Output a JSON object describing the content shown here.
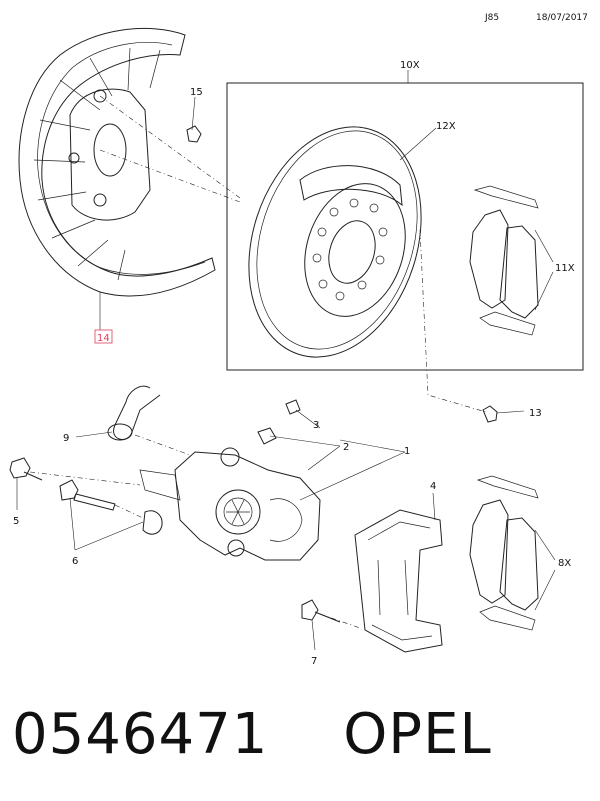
{
  "header": {
    "code": "J85",
    "date": "18/07/2017"
  },
  "footer": {
    "part_number": "0546471",
    "brand": "OPEL"
  },
  "callouts": {
    "c1": "1",
    "c2": "2",
    "c3": "3",
    "c4": "4",
    "c5": "5",
    "c6": "6",
    "c7": "7",
    "c8x": "8X",
    "c9": "9",
    "c10x": "10X",
    "c11x": "11X",
    "c12x": "12X",
    "c13": "13",
    "c14": "14",
    "c15": "15"
  },
  "colors": {
    "highlight": "#e0405a",
    "line": "#222222"
  }
}
